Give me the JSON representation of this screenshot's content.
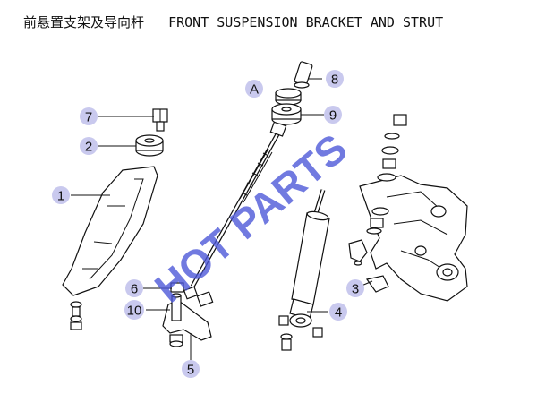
{
  "header": {
    "title": "前悬置支架及导向杆   FRONT SUSPENSION BRACKET AND STRUT"
  },
  "diagram": {
    "view_label": "A",
    "callouts": [
      "1",
      "2",
      "3",
      "4",
      "5",
      "6",
      "7",
      "8",
      "9",
      "10"
    ],
    "watermark": "HOT PARTS",
    "bubble_color": "#c9c9ee",
    "watermark_color": "#4a55d8"
  }
}
